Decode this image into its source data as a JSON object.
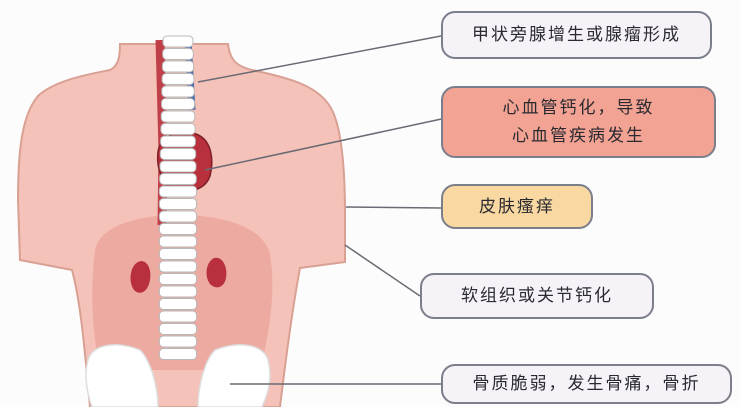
{
  "labels": {
    "thyroid": "甲状旁腺增生或腺瘤形成",
    "cardio_line1": "心血管钙化，导致",
    "cardio_line2": "心血管疾病发生",
    "skin": "皮肤瘙痒",
    "soft_tissue": "软组织或关节钙化",
    "bone": "骨质脆弱，发生骨痛，骨折"
  },
  "colors": {
    "skin": "#f4c2b8",
    "abdomen": "#ecaaa0",
    "heart": "#b8303c",
    "artery": "#c0404a",
    "vein": "#4a6fb0",
    "spine": "#ffffff",
    "kidney": "#b8303c",
    "label_border": "#7b7f8c",
    "cardio_box": "#f2a393",
    "skin_box": "#f9d8a2",
    "neutral_box": "#f6f3f8"
  }
}
